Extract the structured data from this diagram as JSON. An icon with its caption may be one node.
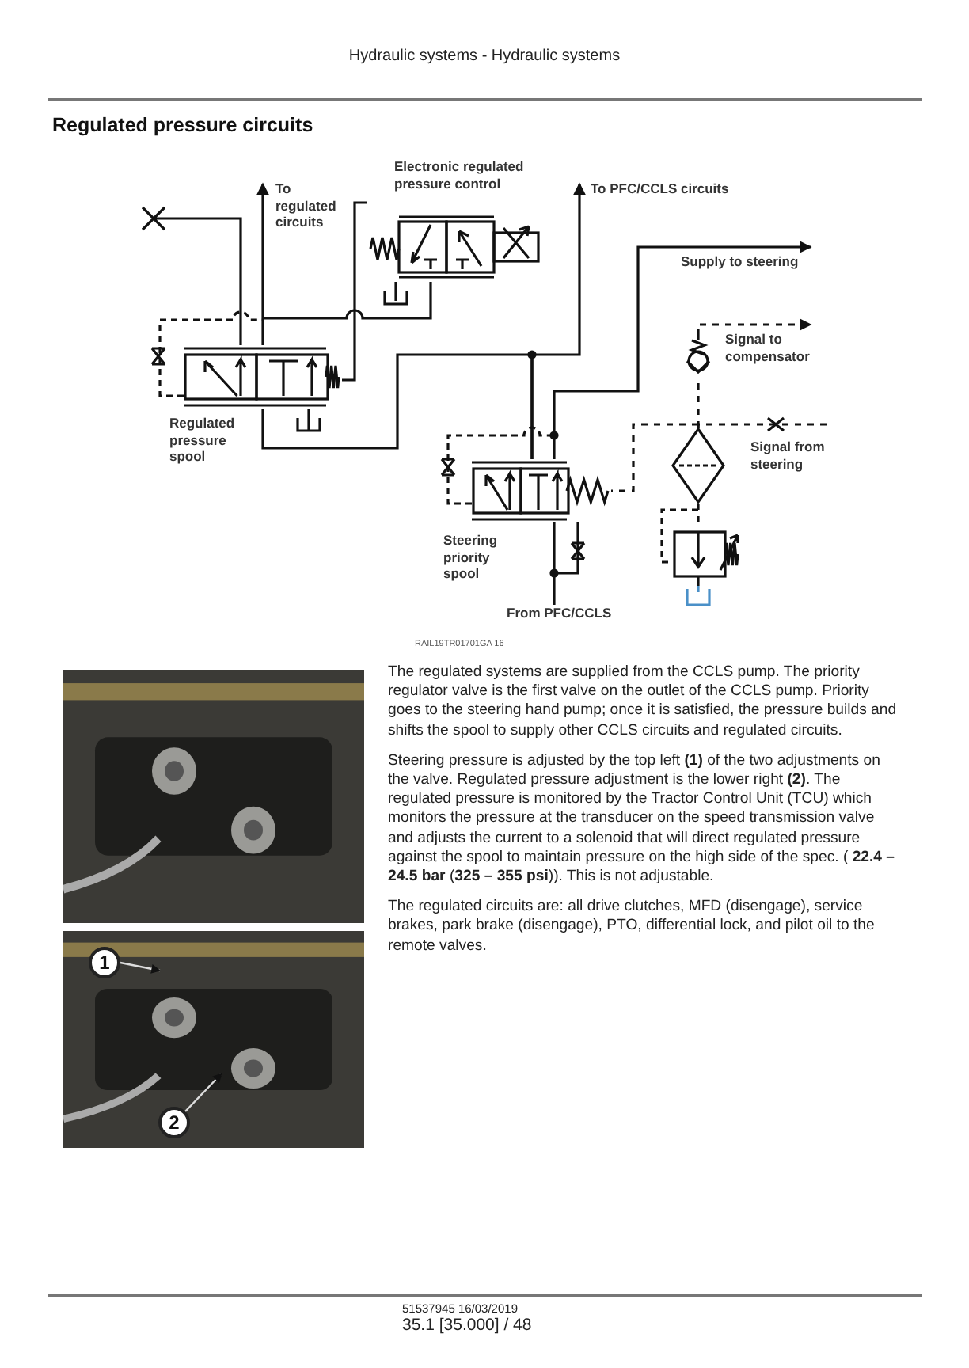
{
  "diagram": {
    "title": "Regulated pressure circuits",
    "nodes": [
      {
        "text": [
          "Electronic regulated pressure control"
        ]
      },
      {
        "text": [
          "To regulated circuits"
        ]
      },
      {
        "text": [
          "To PFC/CCLS circuits"
        ]
      },
      {
        "text": [
          "Supply to steering"
        ]
      },
      {
        "text": [
          "Signal to compensator"
        ]
      },
      {
        "text": [],
        "shape": "circle"
      },
      {
        "text": [
          "Regulated pressure spool"
        ]
      },
      {
        "text": [
          "Signal from steering"
        ]
      },
      {
        "text": [],
        "shape": "diamond"
      },
      {
        "text": [
          "Steering priority spool"
        ]
      },
      {
        "text": [],
        "shape": "box"
      },
      {
        "text": [
          "From PFC/CCLS"
        ]
      },
      {
        "text": [],
        "shape": "picture"
      },
      {
        "text": [],
        "shape": "picture"
      },
      {
        "text": [
          "1"
        ],
        "in": 13
      },
      {
        "text": [
          "2"
        ],
        "in": 13
      }
    ],
    "edges": [
      {
        "from": 6,
        "to": 1,
        "arrow": "to"
      },
      {
        "from": 6,
        "to": 0,
        "arrow": "none"
      },
      {
        "from": 6,
        "to": 0,
        "arrow": "none"
      },
      {
        "from": 9,
        "to": 6,
        "arrow": "none"
      },
      {
        "from": 9,
        "to": 2,
        "arrow": "to"
      },
      {
        "from": 9,
        "to": 3,
        "arrow": "to"
      },
      {
        "from": 11,
        "to": 9,
        "arrow": "none"
      },
      {
        "from": 5,
        "to": 4,
        "arrow": "to",
        "style": "dashed"
      },
      {
        "from": 8,
        "to": 5,
        "arrow": "none",
        "style": "dashed"
      },
      {
        "from": 7,
        "to": 8,
        "arrow": "none",
        "style": "dashed"
      },
      {
        "from": 8,
        "to": 9,
        "arrow": "none",
        "style": "dashed"
      },
      {
        "from": 8,
        "to": 10,
        "arrow": "none",
        "style": "dashed"
      },
      {
        "from": 14,
        "to": null,
        "arrow": "to",
        "color": "#dddddd"
      },
      {
        "from": 15,
        "to": null,
        "arrow": "to",
        "color": "#dddddd"
      }
    ],
    "labels": [
      "Hydraulic systems - Hydraulic systems",
      "RAIL19TR01701GA 16",
      "The regulated systems are supplied from the CCLS pump. The priority regulator valve is the first valve on the outlet of the CCLS pump. Priority goes to the steering hand pump; once it is satisfied, the pressure builds and shifts the spool to supply other CCLS circuits and regulated circuits.",
      "Steering pressure is adjusted by the top left **(1)** of the two adjustments on the valve. Regulated pressure adjustment is the lower right **(2)**. The regulated pressure is monitored by the Tractor Control Unit (TCU) which monitors the pressure at the transducer on the speed transmission valve and adjusts the current to a solenoid that will direct regulated pressure against the spool to maintain pressure on the high side of the spec. ( **22.4 – 24.5 bar** (**325 – 355 psi**)). This is not adjustable.",
      "The regulated circuits are: all drive clutches, MFD (disengage), service brakes, park brake (disengage), PTO, differential lock, and pilot oil to the remote valves.",
      "51537945 16/03/2019",
      "35.1 [35.000] / 48"
    ]
  }
}
